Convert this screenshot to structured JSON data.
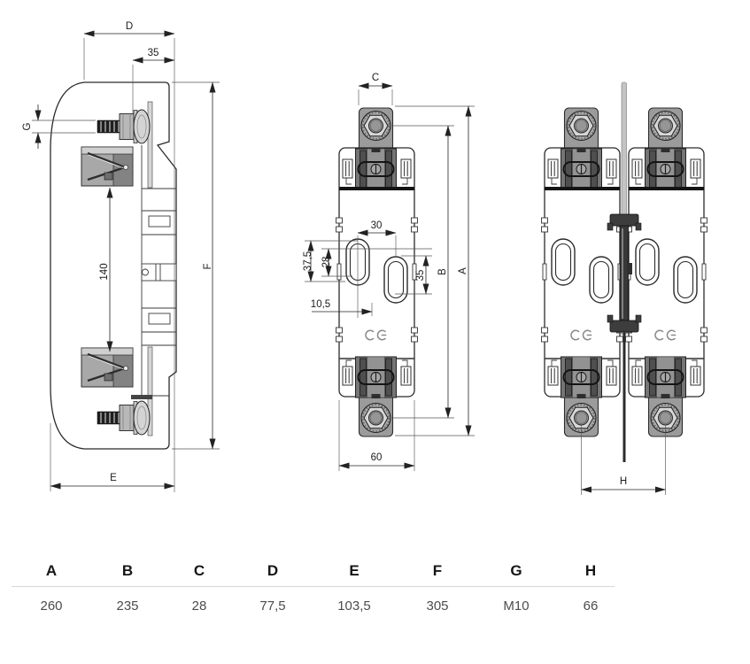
{
  "drawing": {
    "side_view": {
      "dim_d": "D",
      "dim_35": "35",
      "dim_g": "G",
      "dim_140": "140",
      "dim_f": "F",
      "dim_e": "E"
    },
    "front_view": {
      "dim_c": "C",
      "dim_30": "30",
      "dim_37_5": "37,5",
      "dim_28": "28",
      "dim_35": "35",
      "dim_10_5": "10,5",
      "dim_b": "B",
      "dim_a": "A",
      "dim_60": "60",
      "ce_mark": "CE"
    },
    "pair_view": {
      "dim_h": "H",
      "ce_mark": "CE"
    }
  },
  "table": {
    "headers": [
      "A",
      "B",
      "C",
      "D",
      "E",
      "F",
      "G",
      "H"
    ],
    "values": [
      "260",
      "235",
      "28",
      "77,5",
      "103,5",
      "305",
      "M10",
      "66"
    ]
  },
  "colors": {
    "line": "#2b2b2b",
    "metal_light": "#cfcfcf",
    "metal_mid": "#a8a8a8",
    "metal_dark": "#4f4f4f",
    "table_rule": "#d8d8d8"
  }
}
